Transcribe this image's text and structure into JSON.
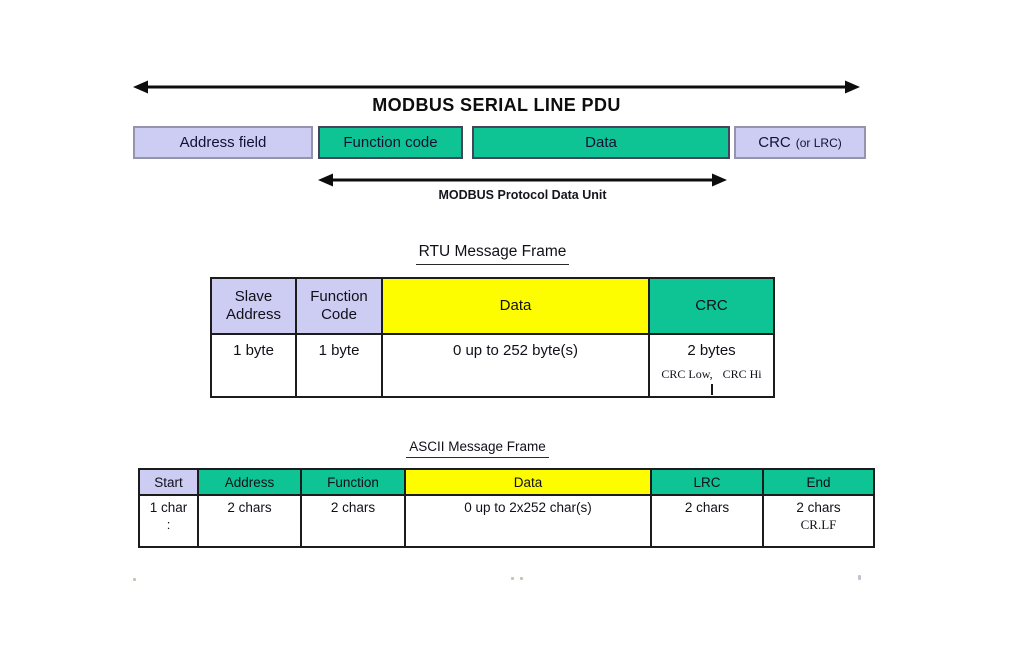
{
  "colors": {
    "lavender": "#cdccf3",
    "green": "#0fc494",
    "yellow": "#fdfd00",
    "white": "#ffffff"
  },
  "top_diagram": {
    "title": "MODBUS SERIAL LINE PDU",
    "fields": [
      {
        "label": "Address field"
      },
      {
        "label": "Function code"
      },
      {
        "label": "Data"
      },
      {
        "label": "CRC",
        "label_sub": "(or LRC)"
      }
    ],
    "pdu_label": "MODBUS Protocol Data Unit"
  },
  "rtu_frame": {
    "title": "RTU Message Frame",
    "headers": [
      {
        "line1": "Slave",
        "line2": "Address"
      },
      {
        "line1": "Function",
        "line2": "Code"
      },
      {
        "line1": "Data"
      },
      {
        "line1": "CRC"
      }
    ],
    "cells": [
      {
        "main": "1 byte"
      },
      {
        "main": "1 byte"
      },
      {
        "main": "0 up to 252 byte(s)"
      },
      {
        "main": "2 bytes",
        "sub_left": "CRC Low,",
        "sub_right": "CRC Hi"
      }
    ]
  },
  "ascii_frame": {
    "title": "ASCII Message Frame",
    "headers": [
      {
        "label": "Start"
      },
      {
        "label": "Address"
      },
      {
        "label": "Function"
      },
      {
        "label": "Data"
      },
      {
        "label": "LRC"
      },
      {
        "label": "End"
      }
    ],
    "cells": [
      {
        "main": "1 char",
        "sub": ":"
      },
      {
        "main": "2 chars"
      },
      {
        "main": "2 chars"
      },
      {
        "main": "0 up to 2x252 char(s)"
      },
      {
        "main": "2 chars"
      },
      {
        "main": "2 chars",
        "sub": "CR.LF"
      }
    ]
  }
}
